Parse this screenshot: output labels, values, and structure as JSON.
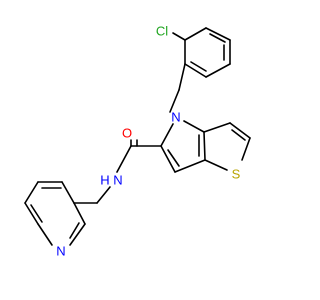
{
  "atoms": {
    "chlorine": "Cl",
    "nitrogen_ring": "N",
    "oxygen": "O",
    "nitrogen_amide": "N",
    "hydrogen_amide": "H",
    "sulfur": "S",
    "nitrogen_pyridine": "N"
  },
  "colors": {
    "chlorine": "#1fa51f",
    "nitrogen": "#0000ff",
    "oxygen": "#ff0000",
    "sulfur": "#b8a400",
    "bond": "#000000"
  }
}
